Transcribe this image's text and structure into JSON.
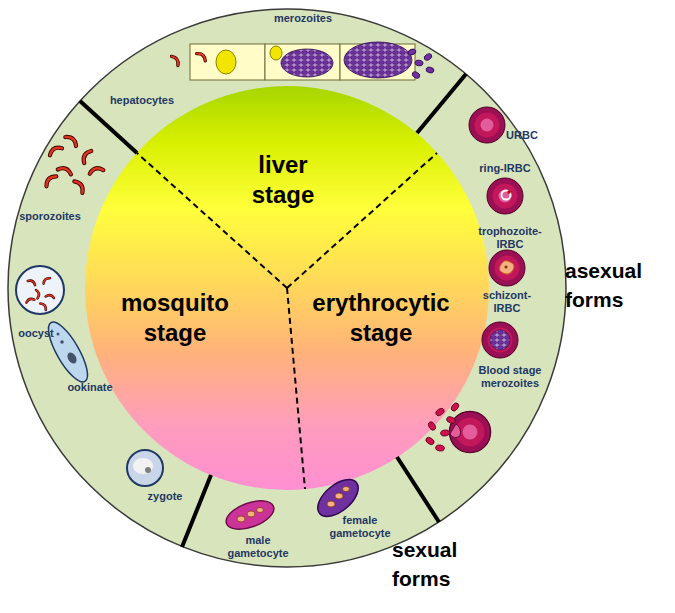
{
  "diagram": {
    "nodes": [
      {
        "text": [
          "liver stage"
        ]
      },
      {
        "text": [
          "mosquito stage"
        ]
      },
      {
        "text": [
          "erythrocytic stage"
        ]
      }
    ],
    "labels": [
      "merozoites",
      "hepatocytes",
      "URBC",
      "ring-IRBC",
      "trophozoite-IRBC",
      "schizont-IRBC",
      "Blood stage merozoites",
      "asexual forms",
      "female gametocyte",
      "male gametocyte",
      "sexual forms",
      "zygote",
      "ookinate",
      "oocyst",
      "sporozoites"
    ]
  }
}
